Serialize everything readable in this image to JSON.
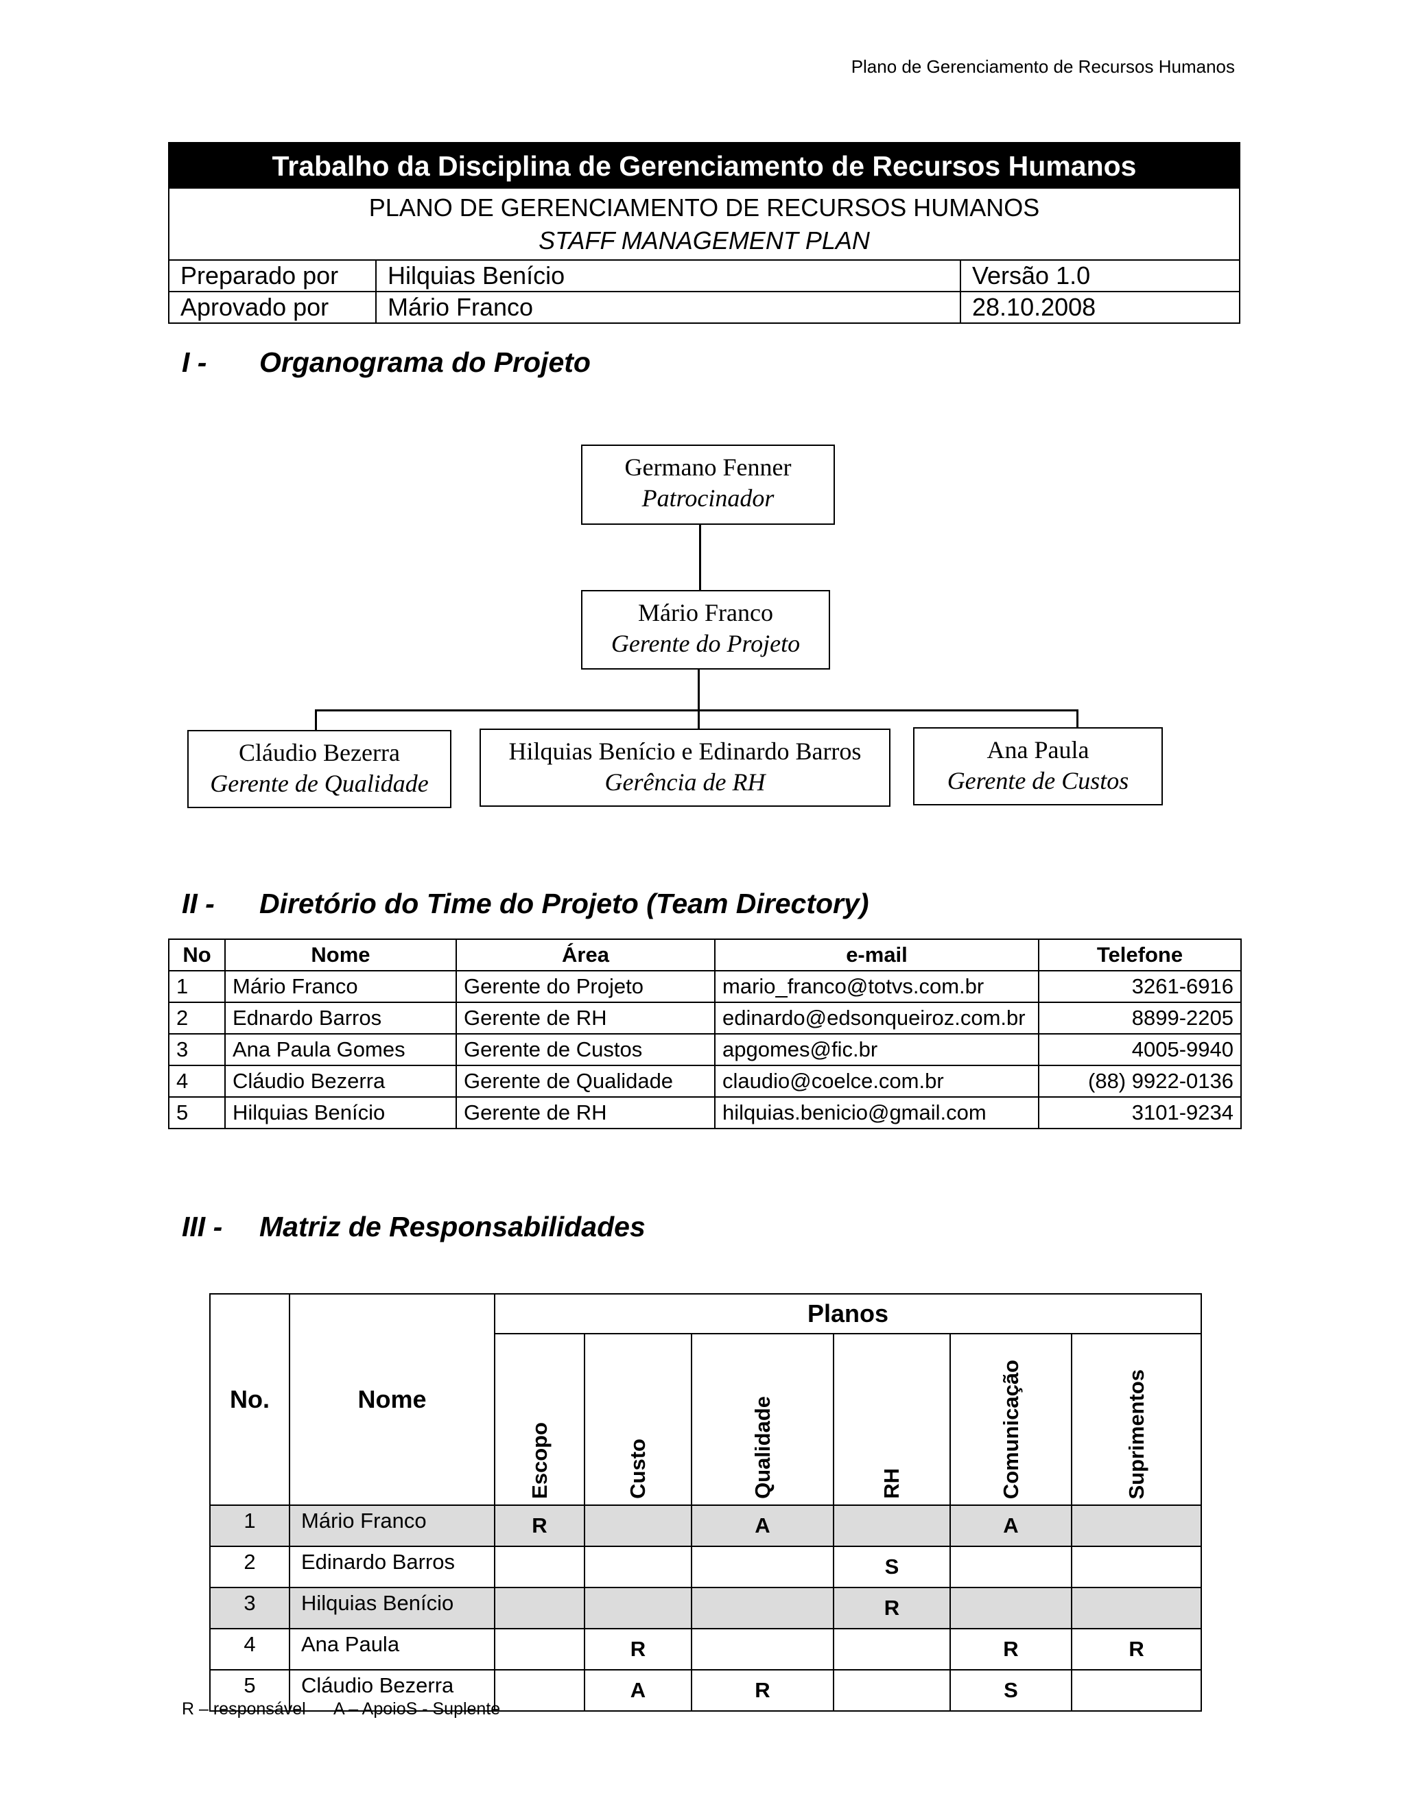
{
  "page_header": "Plano de Gerenciamento de Recursos Humanos",
  "title_block": {
    "title": "Trabalho da Disciplina de Gerenciamento de Recursos Humanos",
    "subtitle": "PLANO DE GERENCIAMENTO DE RECURSOS HUMANOS",
    "subtitle_en": "STAFF MANAGEMENT PLAN",
    "prepared_label": "Preparado por",
    "prepared_by": "Hilquias Benício",
    "version": "Versão 1.0",
    "approved_label": "Aprovado por",
    "approved_by": "Mário Franco",
    "date": "28.10.2008"
  },
  "sections": {
    "org": {
      "num": "I -",
      "title": "Organograma do Projeto"
    },
    "directory": {
      "num": "II -",
      "title": "Diretório do Time do Projeto (Team Directory)"
    },
    "matrix": {
      "num": "III -",
      "title": "Matriz de Responsabilidades"
    }
  },
  "org_chart": {
    "sponsor": {
      "name": "Germano Fenner",
      "role": "Patrocinador"
    },
    "manager": {
      "name": "Mário Franco",
      "role": "Gerente do Projeto"
    },
    "quality": {
      "name": "Cláudio Bezerra",
      "role": "Gerente de Qualidade"
    },
    "hr": {
      "name": "Hilquias Benício e Edinardo Barros",
      "role": "Gerência de RH"
    },
    "costs": {
      "name": "Ana Paula",
      "role": "Gerente de Custos"
    }
  },
  "directory": {
    "headers": [
      "No",
      "Nome",
      "Área",
      "e-mail",
      "Telefone"
    ],
    "rows": [
      [
        "1",
        "Mário Franco",
        "Gerente do Projeto",
        "mario_franco@totvs.com.br",
        "3261-6916"
      ],
      [
        "2",
        "Ednardo Barros",
        "Gerente de RH",
        "edinardo@edsonqueiroz.com.br",
        "8899-2205"
      ],
      [
        "3",
        "Ana Paula Gomes",
        "Gerente de Custos",
        "apgomes@fic.br",
        "4005-9940"
      ],
      [
        "4",
        "Cláudio Bezerra",
        "Gerente de Qualidade",
        "claudio@coelce.com.br",
        "(88) 9922-0136"
      ],
      [
        "5",
        "Hilquias Benício",
        "Gerente de RH",
        "hilquias.benicio@gmail.com",
        "3101-9234"
      ]
    ]
  },
  "matrix": {
    "planos_label": "Planos",
    "no_label": "No.",
    "name_label": "Nome",
    "plans": [
      "Escopo",
      "Custo",
      "Qualidade",
      "RH",
      "Comunicação",
      "Suprimentos"
    ],
    "rows": [
      {
        "no": "1",
        "name": "Mário Franco",
        "marks": [
          "R",
          "",
          "A",
          "",
          "A",
          ""
        ]
      },
      {
        "no": "2",
        "name": "Edinardo Barros",
        "marks": [
          "",
          "",
          "",
          "S",
          "",
          ""
        ]
      },
      {
        "no": "3",
        "name": "Hilquias Benício",
        "marks": [
          "",
          "",
          "",
          "R",
          "",
          ""
        ]
      },
      {
        "no": "4",
        "name": "Ana Paula",
        "marks": [
          "",
          "R",
          "",
          "",
          "R",
          "R"
        ]
      },
      {
        "no": "5",
        "name": "Cláudio Bezerra",
        "marks": [
          "",
          "A",
          "R",
          "",
          "S",
          ""
        ]
      }
    ],
    "legend": "R – responsável      A – ApoioS - Suplente"
  }
}
